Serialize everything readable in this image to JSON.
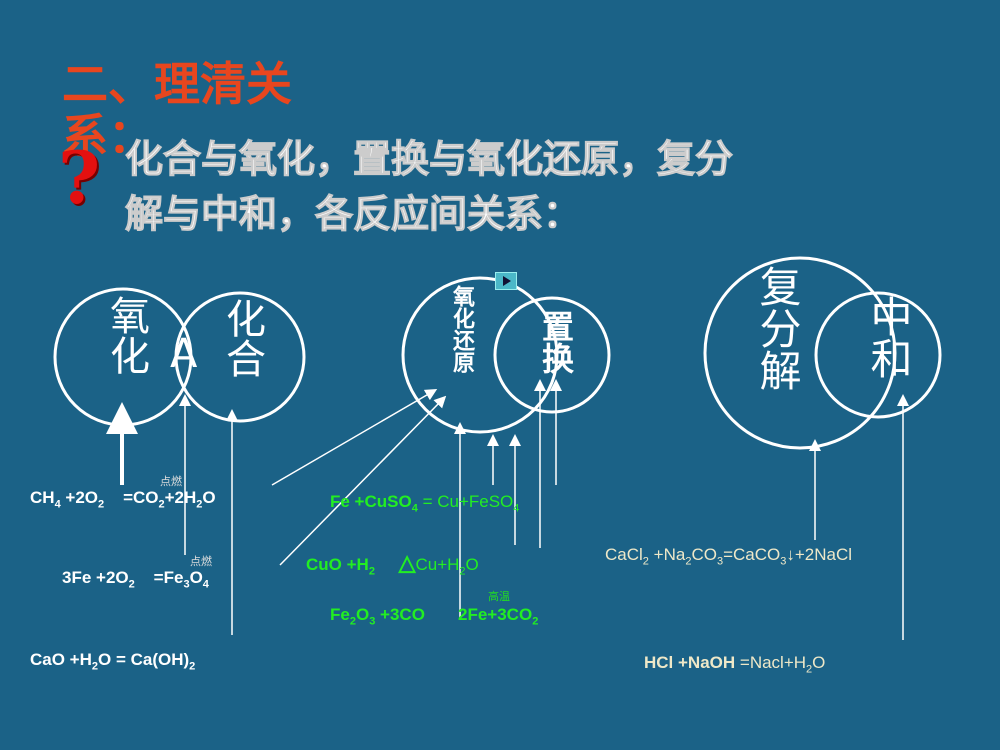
{
  "title": "二、理清关系：",
  "question_icon": "question-mark-icon",
  "subtitle_line1": "化合与氧化，置换与氧化还原，复分",
  "subtitle_line2": "解与中和，各反应间关系：",
  "diagram1": {
    "left": "氧化",
    "right": "化合",
    "overlap": "A"
  },
  "diagram2": {
    "outer": "氧化还原",
    "inner": "置换"
  },
  "diagram3": {
    "outer": "复分解",
    "inner": "中和"
  },
  "conditions": {
    "ignite": "点燃",
    "heat": "△",
    "high_temp": "高温"
  },
  "colors": {
    "background": "#1b6287",
    "title": "#e8461e",
    "green": "#22ee22"
  },
  "equations": {
    "eq1": {
      "l": "CH",
      "s1": "4",
      "m": " +2O",
      "s2": "2",
      "r": "=CO",
      "s3": "2",
      "r2": "+2H",
      "s4": "2",
      "r3": "O"
    },
    "eq2": {
      "l": "3Fe +2O",
      "s1": "2",
      "r": "=Fe",
      "s2": "3",
      "r2": "O",
      "s3": "4"
    },
    "eq3": {
      "l": "CaO +H",
      "s1": "2",
      "m": "O = Ca(OH)",
      "s2": "2"
    },
    "eq4": {
      "l": "Fe +CuSO",
      "s1": "4",
      "r": " = Cu+FeSO",
      "s2": "4"
    },
    "eq5": {
      "l": "CuO +H",
      "s1": "2",
      "r": "Cu+H",
      "s2": "2",
      "r2": "O"
    },
    "eq6": {
      "l": "Fe",
      "s1": "2",
      "m": "O",
      "s2": "3",
      "m2": " +3CO",
      "r": "2Fe+3CO",
      "s3": "2"
    },
    "eq7": {
      "l": "CaCl",
      "s1": "2",
      "m": " +Na",
      "s2": "2",
      "m2": "CO",
      "s3": "3",
      "r": "=CaCO",
      "s4": "3",
      "r2": "↓+2NaCl"
    },
    "eq8": {
      "l": "HCl +NaOH ",
      "r": "=Nacl+H",
      "s1": "2",
      "r2": "O"
    }
  }
}
